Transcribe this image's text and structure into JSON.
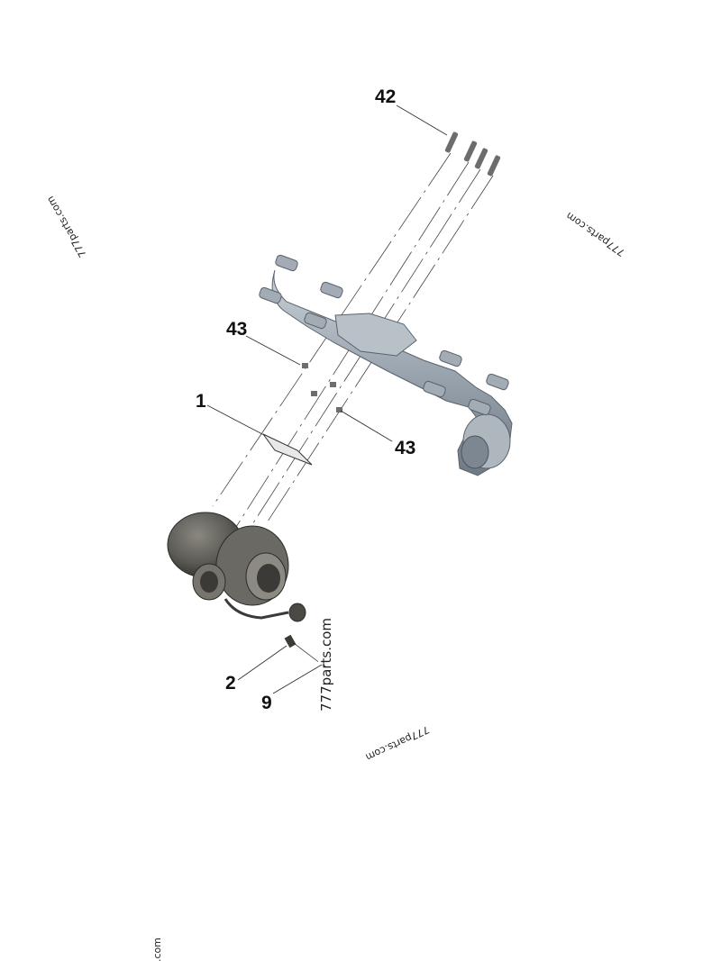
{
  "diagram": {
    "callouts": {
      "stud": "42",
      "nut_top": "43",
      "gasket": "1",
      "nut_bottom": "43",
      "elbow_fitting": "2",
      "oil_drain": "9"
    },
    "watermarks": {
      "left": "777parts.com",
      "right": "777parts.com",
      "center_vertical": "777parts.com",
      "bottom": "777parts.com",
      "bottom_left": ".com"
    },
    "colors": {
      "manifold": "#9aa4ae",
      "turbo": "#5c5b55",
      "line": "#333333"
    }
  }
}
